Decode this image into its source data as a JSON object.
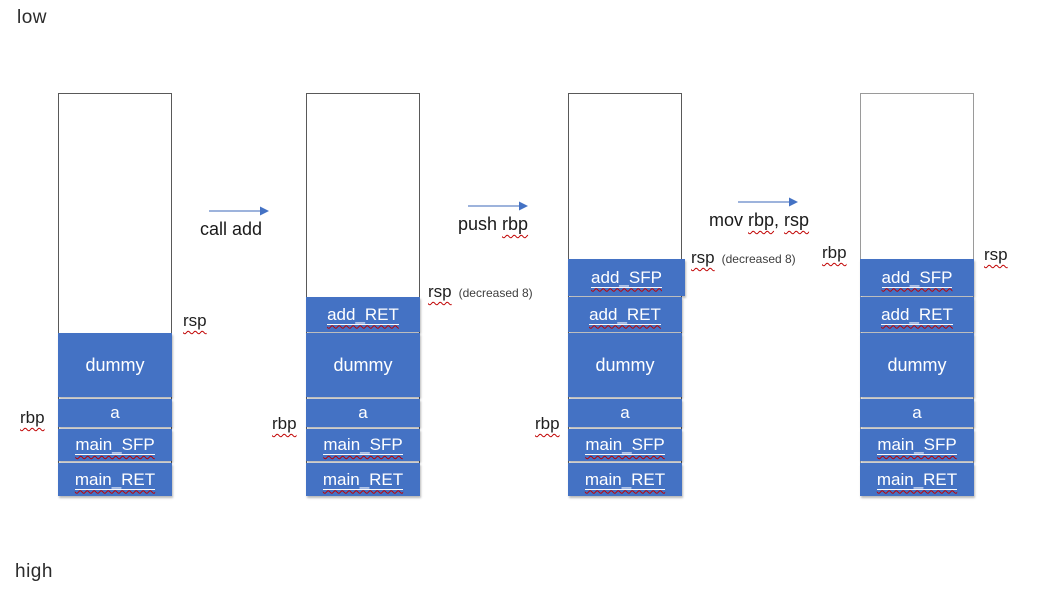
{
  "memory_labels": {
    "low": "low",
    "high": "high"
  },
  "instructions": [
    {
      "parts": [
        "call add"
      ]
    },
    {
      "parts": [
        "push ",
        "rbp"
      ]
    },
    {
      "parts": [
        "mov ",
        "rbp",
        ", ",
        "rsp"
      ]
    }
  ],
  "registers": {
    "rsp": "rsp",
    "rbp": "rbp",
    "decreased_note": "(decreased 8)"
  },
  "stacks": [
    {
      "cells": [
        {
          "label": "dummy"
        },
        {
          "label": "a"
        },
        {
          "label": "main_SFP"
        },
        {
          "label": "main_RET"
        }
      ]
    },
    {
      "cells": [
        {
          "label": "add_RET"
        },
        {
          "label": "dummy"
        },
        {
          "label": "a"
        },
        {
          "label": "main_SFP"
        },
        {
          "label": "main_RET"
        }
      ]
    },
    {
      "cells": [
        {
          "label": "add_SFP"
        },
        {
          "label": "add_RET"
        },
        {
          "label": "dummy"
        },
        {
          "label": "a"
        },
        {
          "label": "main_SFP"
        },
        {
          "label": "main_RET"
        }
      ]
    },
    {
      "cells": [
        {
          "label": "add_SFP"
        },
        {
          "label": "add_RET"
        },
        {
          "label": "dummy"
        },
        {
          "label": "a"
        },
        {
          "label": "main_SFP"
        },
        {
          "label": "main_RET"
        }
      ]
    }
  ],
  "colors": {
    "cell_fill": "#4472C4",
    "arrow": "#4472C4",
    "squiggle": "#C00000"
  }
}
